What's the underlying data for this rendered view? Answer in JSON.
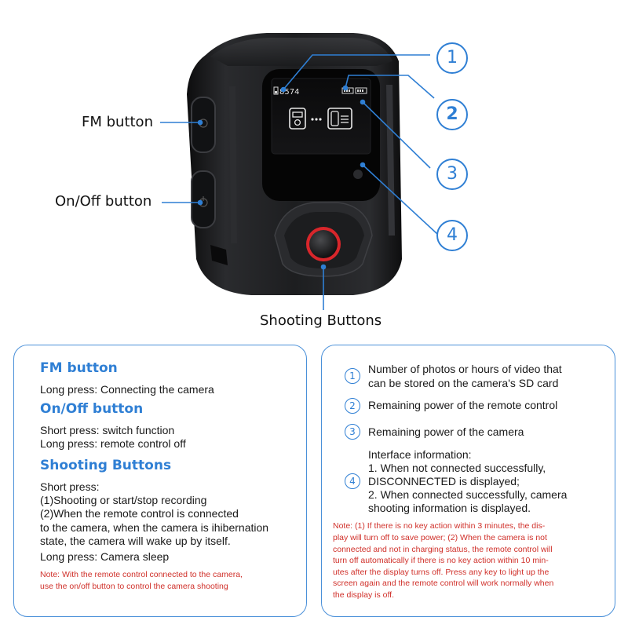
{
  "callouts": {
    "fm_button": "FM button",
    "onoff_button": "On/Off button",
    "shooting_buttons": "Shooting Buttons",
    "numbers": [
      "1",
      "2",
      "3",
      "4"
    ]
  },
  "screen": {
    "count": "8574"
  },
  "left_panel": {
    "fm_title": "FM button",
    "fm_desc": "Long press: Connecting the camera",
    "onoff_title": "On/Off button",
    "onoff_short": "Short press: switch function",
    "onoff_long": "Long press: remote control off",
    "shoot_title": "Shooting Buttons",
    "shoot_lines": [
      "Short press:",
      "(1)Shooting or start/stop recording",
      "(2)When the remote control is connected",
      "to the camera, when the camera is ihibernation",
      "state, the camera will wake up by itself."
    ],
    "shoot_long": "Long press: Camera sleep",
    "note_lines": [
      "Note: With the remote control connected to the camera,",
      "use the on/off button to control the camera shooting"
    ]
  },
  "right_panel": {
    "items": [
      {
        "num": "1",
        "lines": [
          "Number of photos or hours of video that",
          "can be stored on the camera's SD card"
        ]
      },
      {
        "num": "2",
        "lines": [
          "Remaining power of the remote control"
        ]
      },
      {
        "num": "3",
        "lines": [
          "Remaining power of the camera"
        ]
      },
      {
        "num": "4",
        "lines": [
          "Interface information:",
          "1. When not connected successfully,",
          "DISCONNECTED is displayed;",
          "2. When connected successfully, camera",
          "shooting information is displayed."
        ]
      }
    ],
    "note_lines": [
      "Note: (1) If there is no key action within 3 minutes, the dis-",
      "play will turn off to save power; (2) When the camera is not",
      "connected and not in charging status, the remote control will",
      "turn off automatically if there is no key action within 10 min-",
      "utes after the display turns off. Press any key to light up the",
      "screen again and the remote control will work normally when",
      "the display is off."
    ]
  },
  "colors": {
    "accent_blue": "#2f7fd4",
    "note_red": "#d0302a",
    "device_body": "#1b1c1e",
    "shutter_red": "#d8262b"
  },
  "icons": [
    "battery-icon",
    "camera-icon",
    "link-dots-icon",
    "action-camera-icon",
    "sensor-icon"
  ]
}
